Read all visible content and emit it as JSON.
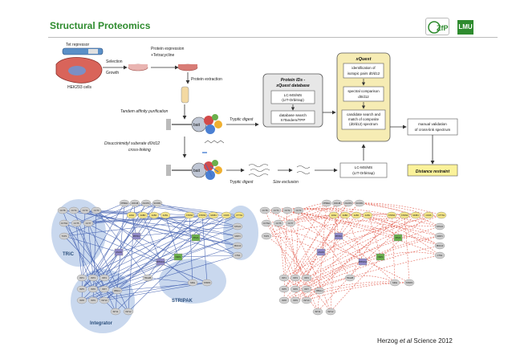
{
  "header": {
    "title": "Structural Proteomics",
    "logo_left_text": "ZfP",
    "logo_right_text": "LMU"
  },
  "workflow": {
    "tet_repressor": "Tet repressor",
    "cells": "HEK293 cells",
    "selection": "Selection",
    "growth": "Growth",
    "protein_expression": "Protein expression",
    "tetracycline": "+Tetracycline",
    "protein_extraction": "Protein extraction",
    "tap": "Tandem affinity purification",
    "bait": "bait",
    "tryptic_digest": "Tryptic digest",
    "dss_line1": "Disuccinimidyl suberate d0/d12",
    "dss_line2": "cross-linking",
    "tryptic_digest_2": "Tryptic digest",
    "size_exclusion": "Size exclusion",
    "protein_ids_title_line1": "Protein IDs -",
    "protein_ids_title_line2": "xQuest database",
    "lcms1_line1": "LC-MS/MS",
    "lcms1_line2": "(LIT-Orbitrap)",
    "dbsearch_line1": "database search",
    "dbsearch_line2": "X!Tandem/TPP",
    "xquest_title": "xQuest",
    "xq_box1_line1": "identification of",
    "xq_box1_line2": "isotopic pairs d0/d12",
    "xq_box2_line1": "spectral comparison",
    "xq_box2_line2": "d0/d12",
    "xq_box3_line1": "candidate search and",
    "xq_box3_line2": "match of composite",
    "xq_box3_line3": "(d0/d12) spectrum",
    "manual_line1": "manual validation",
    "manual_line2": "of cross-link spectrum",
    "lcms2_line1": "LC-MS/MS",
    "lcms2_line2": "(LIT-Orbitrap)",
    "distance_restraint": "Distance restraint"
  },
  "networks": {
    "label_tric": "TRiC",
    "label_integrator": "Integrator",
    "label_stripak": "STRIPAK",
    "node_labels": [
      "PPME1",
      "CDC48",
      "FGOP2",
      "SCOR1",
      "CCT8",
      "CCT4",
      "CCT2",
      "CCT3",
      "CCT6A",
      "CCT5",
      "CCT7",
      "TCP1",
      "2A6A",
      "2ABD",
      "2A5D",
      "2A5G",
      "STRN4",
      "STRN3",
      "MOB4",
      "CKD6",
      "CTTN1",
      "STK24",
      "MAP4",
      "PDC10",
      "CTN1",
      "SIKE",
      "STRP2",
      "INT1",
      "INT3",
      "INT4",
      "INT5",
      "INT6",
      "INT7",
      "INT8",
      "INT9",
      "INT10",
      "INT11",
      "INT12",
      "ASUN",
      "PPP4C",
      "PPP2CA",
      "PP2A",
      "NSP1",
      "TRA2B",
      "RB1L1"
    ]
  },
  "citation": {
    "authors": "Herzog",
    "et_al": "et al",
    "journal_year": "Science 2012"
  }
}
